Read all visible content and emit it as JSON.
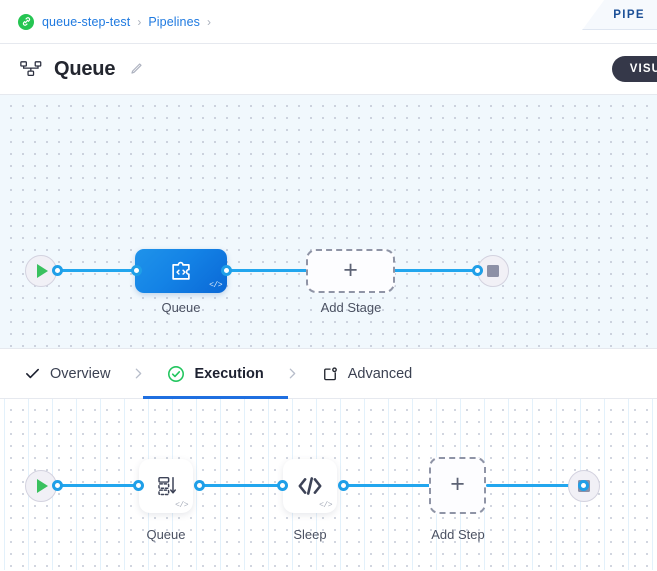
{
  "breadcrumb": {
    "project_icon": "link-circle-icon",
    "items": [
      {
        "label": "queue-step-test",
        "link": true
      },
      {
        "label": "Pipelines",
        "link": true
      }
    ],
    "separator": "›"
  },
  "ribbon": {
    "label": "PIPE",
    "accent": "#1b4f96",
    "background": "#f6f9fd"
  },
  "header": {
    "icon": "pipeline-hierarchy-icon",
    "title": "Queue",
    "edit_icon": "pencil-icon",
    "visualize_label": "VISU",
    "visualize_bg": "#353849"
  },
  "canvas_top": {
    "background": "#f1f8fd",
    "start_node": {
      "name": "start-node",
      "icon": "play-icon",
      "color": "#3ac15f"
    },
    "end_node": {
      "name": "end-node",
      "icon": "stop-icon",
      "color": "#8d90a6"
    },
    "nodes": [
      {
        "name": "stage-node-queue",
        "label": "Queue",
        "icon": "puzzle-code-icon",
        "badge": "</>",
        "type": "stage"
      },
      {
        "name": "add-stage-node",
        "label": "Add Stage",
        "icon": "plus-icon",
        "type": "add"
      }
    ]
  },
  "tabs": [
    {
      "name": "tab-overview",
      "label": "Overview",
      "icon": "check-icon",
      "state": "complete",
      "active": false
    },
    {
      "name": "tab-execution",
      "label": "Execution",
      "icon": "check-circle-icon",
      "state": "valid",
      "active": true
    },
    {
      "name": "tab-advanced",
      "label": "Advanced",
      "icon": "card-gear-icon",
      "state": "default",
      "active": false
    }
  ],
  "canvas_bottom": {
    "background": "#ffffff",
    "start_node": {
      "name": "start-node",
      "icon": "play-icon",
      "color": "#3ac15f"
    },
    "end_node": {
      "name": "end-node",
      "icon": "stop-icon",
      "color": "#8d90a6"
    },
    "nodes": [
      {
        "name": "step-node-queue",
        "label": "Queue",
        "icon": "queue-stack-icon",
        "badge": "</>",
        "type": "step"
      },
      {
        "name": "step-node-sleep",
        "label": "Sleep",
        "icon": "code-brackets-icon",
        "badge": "</>",
        "type": "step"
      },
      {
        "name": "add-step-node",
        "label": "Add Step",
        "icon": "plus-icon",
        "type": "add"
      }
    ]
  },
  "theme": {
    "edge_color": "#22a6ee",
    "port_color": "#1f9fe8",
    "accent_blue": "#1f6fe0",
    "link_blue": "#1f7ae0"
  }
}
